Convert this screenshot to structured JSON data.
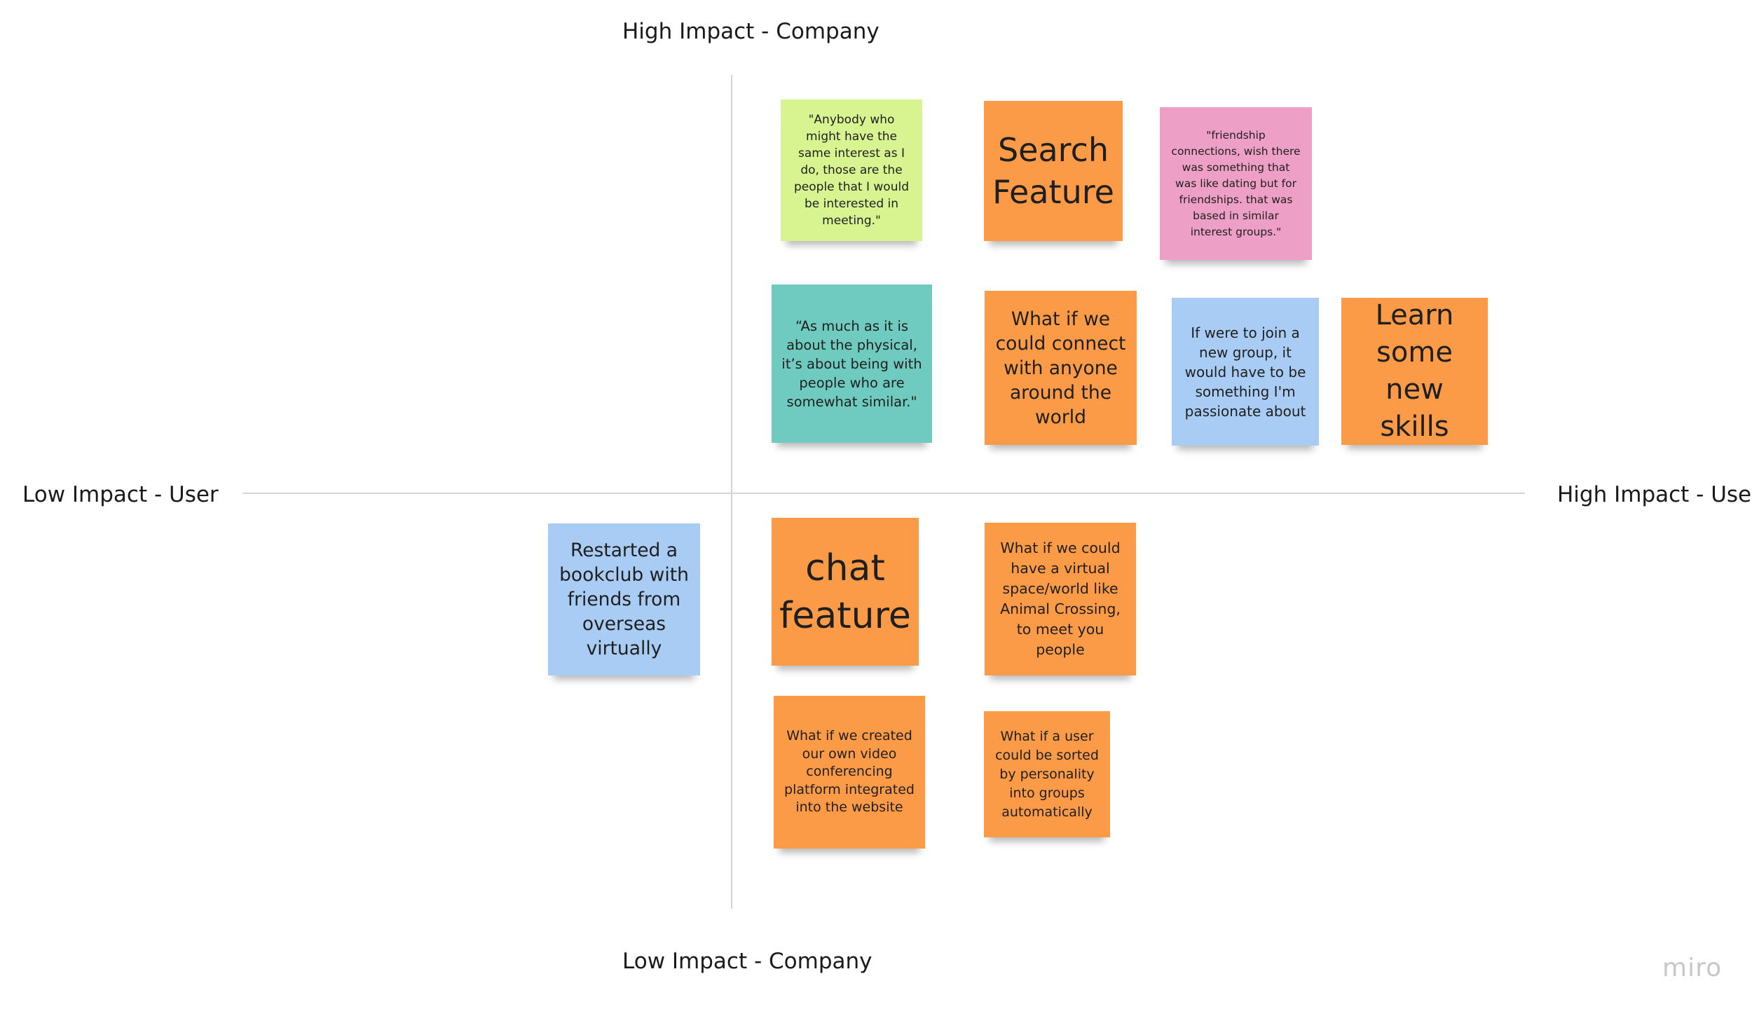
{
  "axes": {
    "top": "High Impact - Company",
    "bottom": "Low Impact - Company",
    "left": "Low Impact - User",
    "right": "High Impact - User"
  },
  "notes": [
    {
      "color": "#d8f491",
      "text": "\"Anybody who\nmight have the\nsame interest as I\ndo, those are the\npeople that I would\nbe interested in\nmeeting.\""
    },
    {
      "color": "#fb9a47",
      "text": "Search\nFeature"
    },
    {
      "color": "#ee9fc6",
      "text": "\"friendship\nconnections, wish there\nwas something that\nwas like dating but for\nfriendships. that was\nbased in similar\ninterest groups.\""
    },
    {
      "color": "#6fcbbf",
      "text": "“As much as it is\nabout the physical,\nit’s about being with\npeople who are\nsomewhat similar.\""
    },
    {
      "color": "#fb9a47",
      "text": "What if we\ncould connect\nwith anyone\naround the\nworld"
    },
    {
      "color": "#a8ccf3",
      "text": "If were to join a\nnew group, it\nwould have to be\nsomething I'm\npassionate about"
    },
    {
      "color": "#fb9a47",
      "text": "Learn\nsome\nnew skills"
    },
    {
      "color": "#a8ccf3",
      "text": "Restarted a\nbookclub with\nfriends from\noverseas\nvirtually"
    },
    {
      "color": "#fb9a47",
      "text": "chat\nfeature"
    },
    {
      "color": "#fb9a47",
      "text": "What if we could\nhave a virtual\nspace/world like\nAnimal Crossing,\nto meet you\npeople"
    },
    {
      "color": "#fb9a47",
      "text": "What if we created\nour own video\nconferencing\nplatform integrated\ninto the website"
    },
    {
      "color": "#fb9a47",
      "text": "What if a user\ncould be sorted\nby personality\ninto groups\nautomatically"
    }
  ],
  "brand": "miro"
}
